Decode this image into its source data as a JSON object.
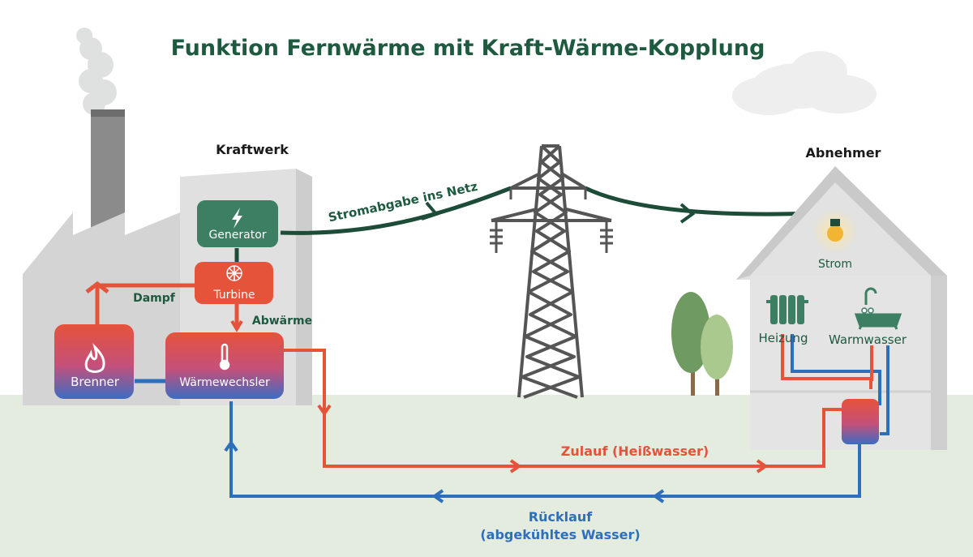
{
  "title": "Funktion Fernwärme mit Kraft-Wärme-Kopplung",
  "labels": {
    "kraftwerk": "Kraftwerk",
    "abnehmer": "Abnehmer",
    "generator": "Generator",
    "turbine": "Turbine",
    "dampf": "Dampf",
    "abwaerme": "Abwärme",
    "brenner": "Brenner",
    "waermetauscher": "Wärmewechsler",
    "stromabgabe": "Stromabgabe ins Netz",
    "strom": "Strom",
    "heizung": "Heizung",
    "warmwasser": "Warmwasser",
    "zulauf": "Zulauf (Heißwasser)",
    "ruecklauf_1": "Rücklauf",
    "ruecklauf_2": "(abgekühltes Wasser)"
  },
  "icons": [
    "lightning-icon",
    "turbine-fan-icon",
    "flame-icon",
    "thermometer-icon",
    "light-bulb-icon",
    "radiator-icon",
    "bathtub-icon"
  ],
  "colors": {
    "title": "#1e5a40",
    "hot": "#e5533a",
    "cold": "#2e6fbd",
    "power_line": "#1d4c38",
    "generator": "#3d7f62",
    "building": "#e2e2e2",
    "ground": "#e4ebdf"
  }
}
